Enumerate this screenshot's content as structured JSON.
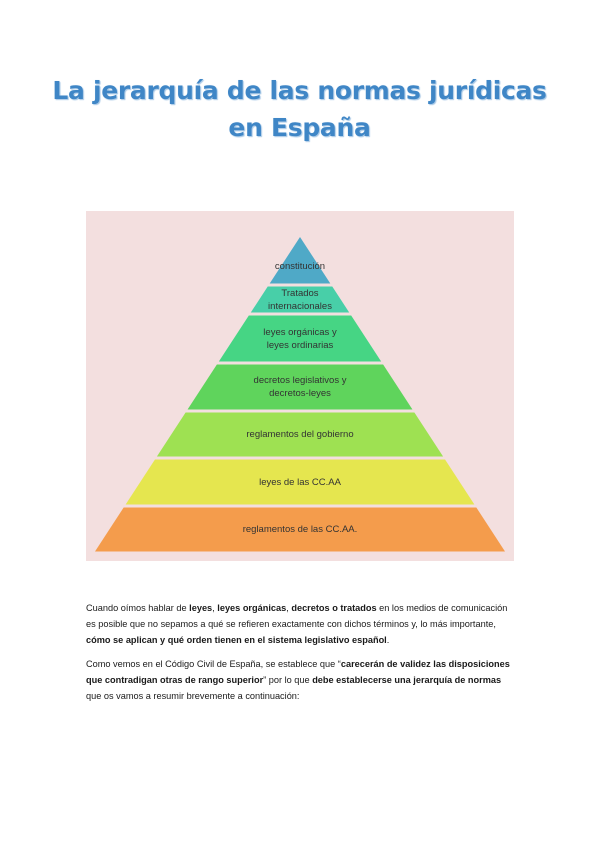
{
  "title": {
    "line1": "La jerarquía de las normas jurídicas",
    "line2": "en España"
  },
  "pyramid": {
    "tiers": [
      {
        "line1": "constitución",
        "line2": "",
        "color": "#4fa9c7"
      },
      {
        "line1": "Tratados",
        "line2": "internacionales",
        "color": "#48cfa8"
      },
      {
        "line1": "leyes orgánicas y",
        "line2": "leyes ordinarias",
        "color": "#46d584"
      },
      {
        "line1": "decretos legislativos y",
        "line2": "decretos-leyes",
        "color": "#5fd45c"
      },
      {
        "line1": "reglamentos del gobierno",
        "line2": "",
        "color": "#9ee152"
      },
      {
        "line1": "leyes de las CC.AA",
        "line2": "",
        "color": "#e5e64f"
      },
      {
        "line1": "reglamentos de las CC.AA.",
        "line2": "",
        "color": "#f49c4c"
      }
    ]
  },
  "paragraph1": {
    "s1": "Cuando oímos hablar de ",
    "b1": "leyes",
    "s2": ", ",
    "b2": "leyes orgánicas",
    "s3": ", ",
    "b3": "decretos o tratados",
    "s4": " en los medios de comunicación es posible que no sepamos a qué se refieren exactamente con dichos términos y, lo más importante, ",
    "b4": "cómo se aplican y qué orden tienen en el sistema legislativo español",
    "s5": "."
  },
  "paragraph2": {
    "s1": "Como vemos en el Código Civil de España, se establece que “",
    "b1": "carecerán de validez las disposiciones que contradigan otras de rango superior",
    "s2": "” por lo que ",
    "b2": "debe establecerse una jerarquía de normas",
    "s3": " que os vamos a resumir brevemente a continuación:"
  }
}
